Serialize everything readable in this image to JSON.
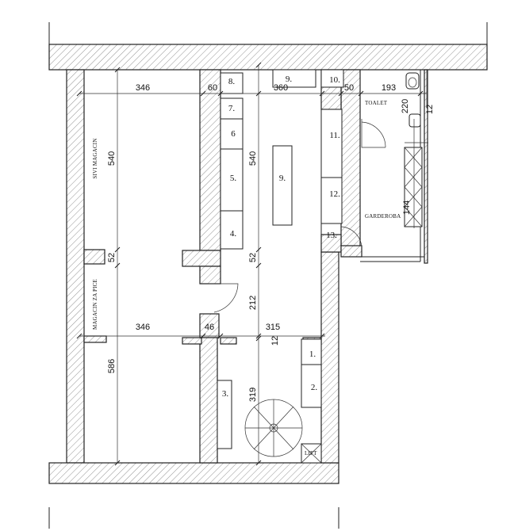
{
  "rooms": {
    "sivi_magacin": "SIVI MAGACIN",
    "magacin_za_pice": "MAGACIN ZA PICE",
    "toalet": "TOALET",
    "garderoba": "GARDEROBA",
    "lift": "LIFT"
  },
  "items": {
    "n1a": "1.",
    "n2a": "2.",
    "n3a": "3.",
    "n4": "4.",
    "n5": "5.",
    "n6": "6",
    "n7": "7.",
    "n8": "8.",
    "n9top": "9.",
    "n9mid": "9.",
    "n10": "10.",
    "n11": "11.",
    "n12": "12.",
    "n13": "13."
  },
  "dims": {
    "d346a": "346",
    "d60": "60",
    "d360": "360",
    "d50": "50",
    "d193": "193",
    "d220": "220",
    "d12a": "12",
    "d540a": "540",
    "d540b": "540",
    "d52a": "52",
    "d52b": "52",
    "d144": "144",
    "d212": "212",
    "d346b": "346",
    "d46": "46",
    "d315": "315",
    "d12b": "12",
    "d586": "586",
    "d319": "319"
  }
}
